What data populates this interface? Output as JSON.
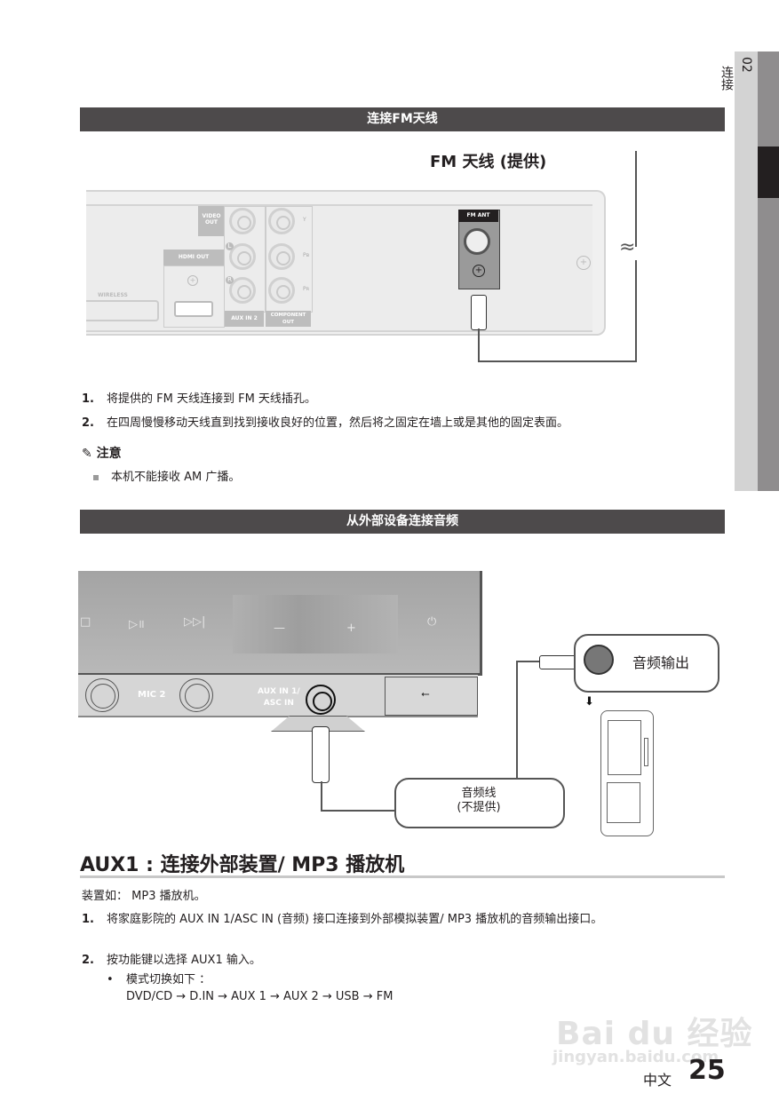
{
  "side_tab": {
    "chapter_number": "02",
    "chapter_title": "连接"
  },
  "section1": {
    "bar_title": "连接FM天线",
    "diagram": {
      "antenna_label": "FM 天线 (提供)",
      "panel_labels": {
        "video_out": "VIDEO OUT",
        "hdmi_out": "HDMI OUT",
        "wireless": "WIRELESS",
        "aux_in_2": "AUX IN 2",
        "component_out": "COMPONENT OUT",
        "fm_ant": "FM ANT",
        "channel_l": "L",
        "channel_r": "R",
        "y": "Y",
        "pb": "Pʙ",
        "pr": "Pʀ"
      }
    },
    "steps": [
      {
        "num": "1.",
        "text": "将提供的 FM 天线连接到 FM 天线插孔。"
      },
      {
        "num": "2.",
        "text": "在四周慢慢移动天线直到找到接收良好的位置，然后将之固定在墙上或是其他的固定表面。"
      }
    ],
    "note": {
      "icon": "pencil-note-icon",
      "title": "注意",
      "items": [
        "本机不能接收 AM 广播。"
      ]
    }
  },
  "section2": {
    "bar_title": "从外部设备连接音频",
    "diagram": {
      "front_buttons": [
        "□",
        "▷॥",
        "▷▷|",
        "—",
        "+",
        "⏻"
      ],
      "mic_label": "MIC 2",
      "aux_label_line1": "AUX IN 1/",
      "aux_label_line2": "ASC IN",
      "usb_symbol": "⭠",
      "audio_out_callout": "音频输出",
      "cable_callout_line1": "音频线",
      "cable_callout_line2": "(不提供)"
    }
  },
  "section3": {
    "heading": "AUX1 : 连接外部装置/ MP3 播放机",
    "intro": "装置如： MP3 播放机。",
    "steps": [
      {
        "num": "1.",
        "text": "将家庭影院的 AUX IN 1/ASC IN (音频) 接口连接到外部模拟装置/ MP3 播放机的音频输出接口。"
      },
      {
        "num": "2.",
        "text": "按功能键以选择 AUX1 输入。"
      }
    ],
    "bullet": {
      "label": "模式切换如下 ：",
      "sequence": "DVD/CD → D.IN → AUX 1 → AUX 2 → USB  → FM"
    }
  },
  "footer": {
    "language": "中文",
    "page_number": "25"
  },
  "watermark": {
    "brand": "Bai du 经验",
    "url": "jingyan.baidu.com"
  }
}
